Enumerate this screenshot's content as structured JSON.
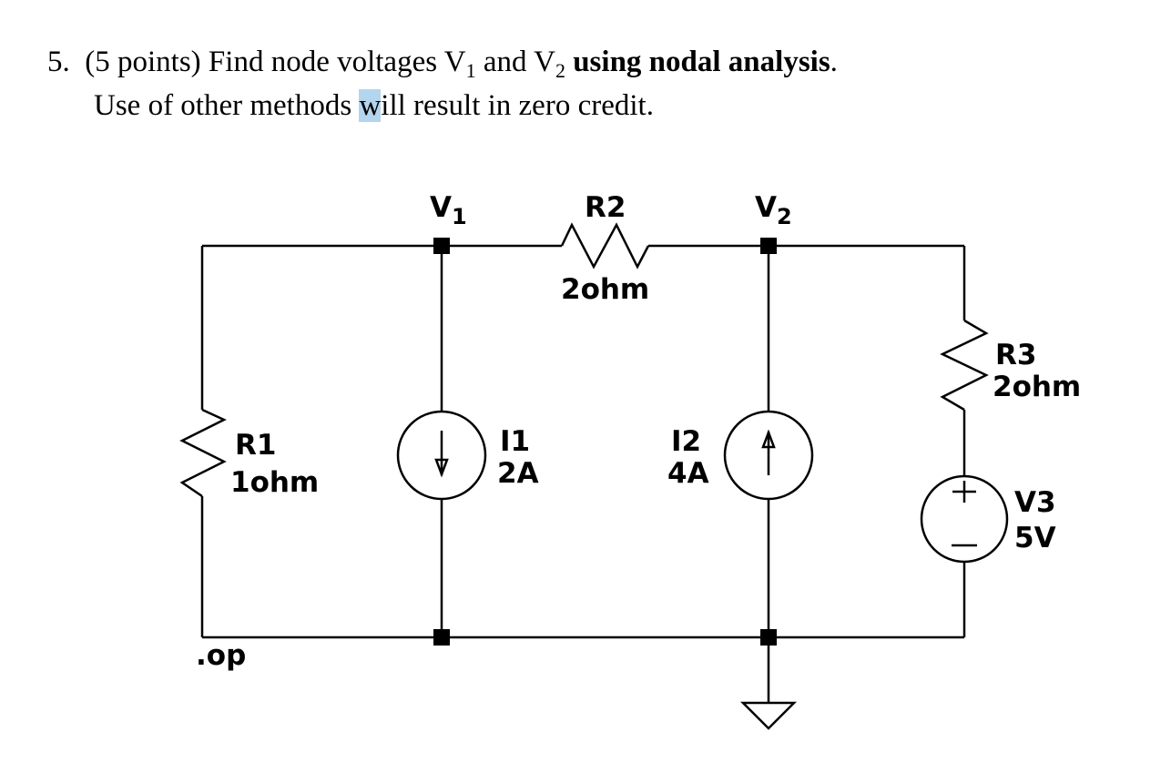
{
  "question": {
    "number": "5.",
    "points": "(5 points)",
    "text_before": "Find node voltages V",
    "sub1": "1",
    "text_and": " and V",
    "sub2": "2",
    "bold_text": "using nodal analysis",
    "period": ".",
    "line2_part1": "Use of other methods ",
    "line2_highlight": "w",
    "line2_part2": "ill result in zero credit."
  },
  "circuit": {
    "nodes": [
      {
        "name": "V",
        "subscript": "1"
      },
      {
        "name": "V",
        "subscript": "2"
      }
    ],
    "components": {
      "R1": {
        "label": "R1",
        "value": "1ohm",
        "type": "resistor"
      },
      "R2": {
        "label": "R2",
        "value": "2ohm",
        "type": "resistor"
      },
      "R3": {
        "label": "R3",
        "value": "2ohm",
        "type": "resistor"
      },
      "I1": {
        "label": "I1",
        "value": "2A",
        "type": "current-source",
        "direction": "down"
      },
      "I2": {
        "label": "I2",
        "value": "4A",
        "type": "current-source",
        "direction": "up"
      },
      "V3": {
        "label": "V3",
        "value": "5V",
        "type": "voltage-source",
        "plus": "+",
        "minus": "−"
      }
    },
    "directive": ".op",
    "ground": "ground"
  }
}
